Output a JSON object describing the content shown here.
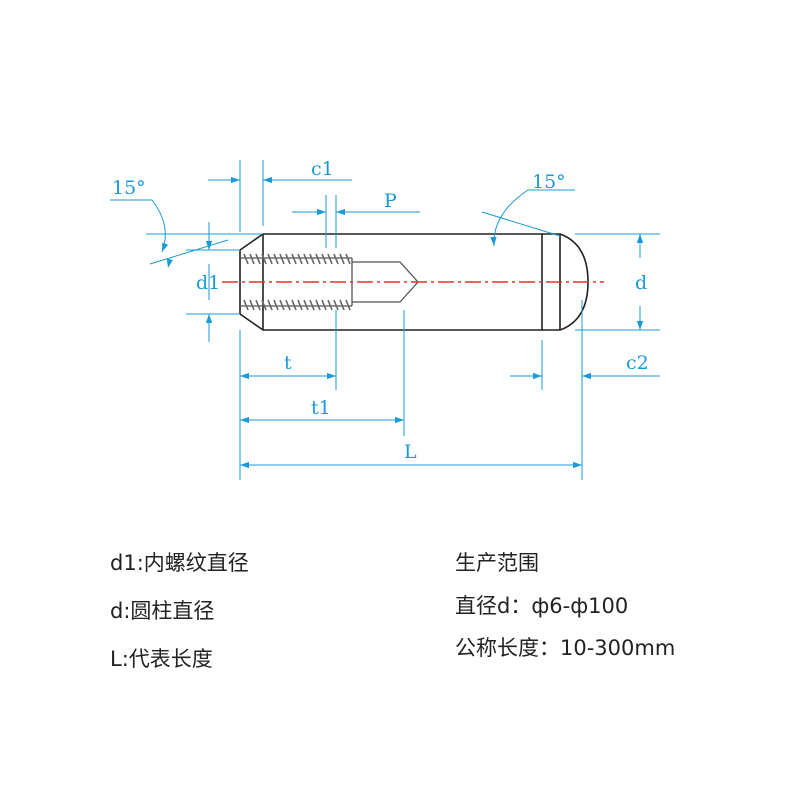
{
  "colors": {
    "dimension": "#1a9bd7",
    "outline": "#222222",
    "centerline": "#e8302a",
    "thread": "#555555",
    "text": "#222222"
  },
  "drawing": {
    "angle_left": "15°",
    "angle_right": "15°",
    "c1": "c1",
    "P": "P",
    "d1": "d1",
    "d": "d",
    "t": "t",
    "t1": "t1",
    "L": "L",
    "c2": "c2"
  },
  "legend": {
    "left": [
      "d1:内螺纹直径",
      "d:圆柱直径",
      "L:代表长度"
    ],
    "right": [
      "生产范围",
      "直径d：ф6-ф100",
      "公称长度：10-300mm"
    ]
  }
}
